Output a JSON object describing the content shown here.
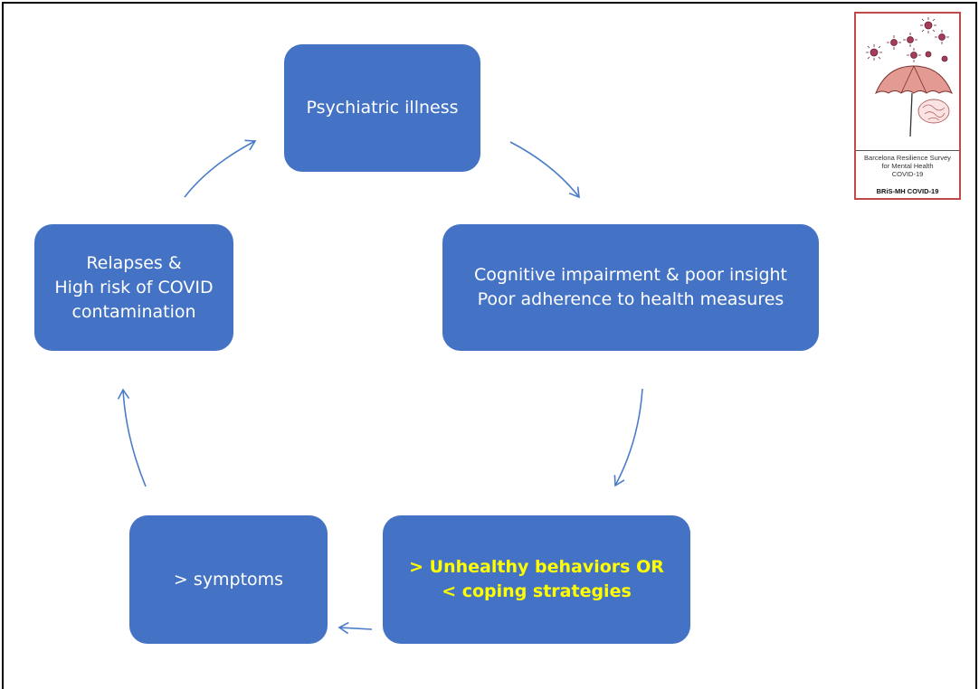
{
  "nodes": {
    "psychiatric": {
      "lines": [
        "Psychiatric illness"
      ]
    },
    "cognitive": {
      "lines": [
        "Cognitive impairment & poor insight",
        "Poor adherence to health measures"
      ]
    },
    "unhealthy": {
      "lines": [
        "> Unhealthy behaviors OR",
        "< coping strategies"
      ]
    },
    "symptoms": {
      "lines": [
        "> symptoms"
      ]
    },
    "relapses": {
      "lines": [
        "Relapses &",
        "High risk of COVID",
        "contamination"
      ]
    }
  },
  "logo": {
    "survey_name_lines": [
      "Barcelona Resilience Survey",
      "for Mental Health",
      "COVID-19"
    ],
    "abbreviation": "BRiS-MH COVID-19"
  },
  "colors": {
    "node_fill": "#4472c4",
    "node_text": "#ffffff",
    "highlight_text": "#ffff00",
    "arrow": "#4a7cc9",
    "logo_border": "#c04a4a"
  }
}
